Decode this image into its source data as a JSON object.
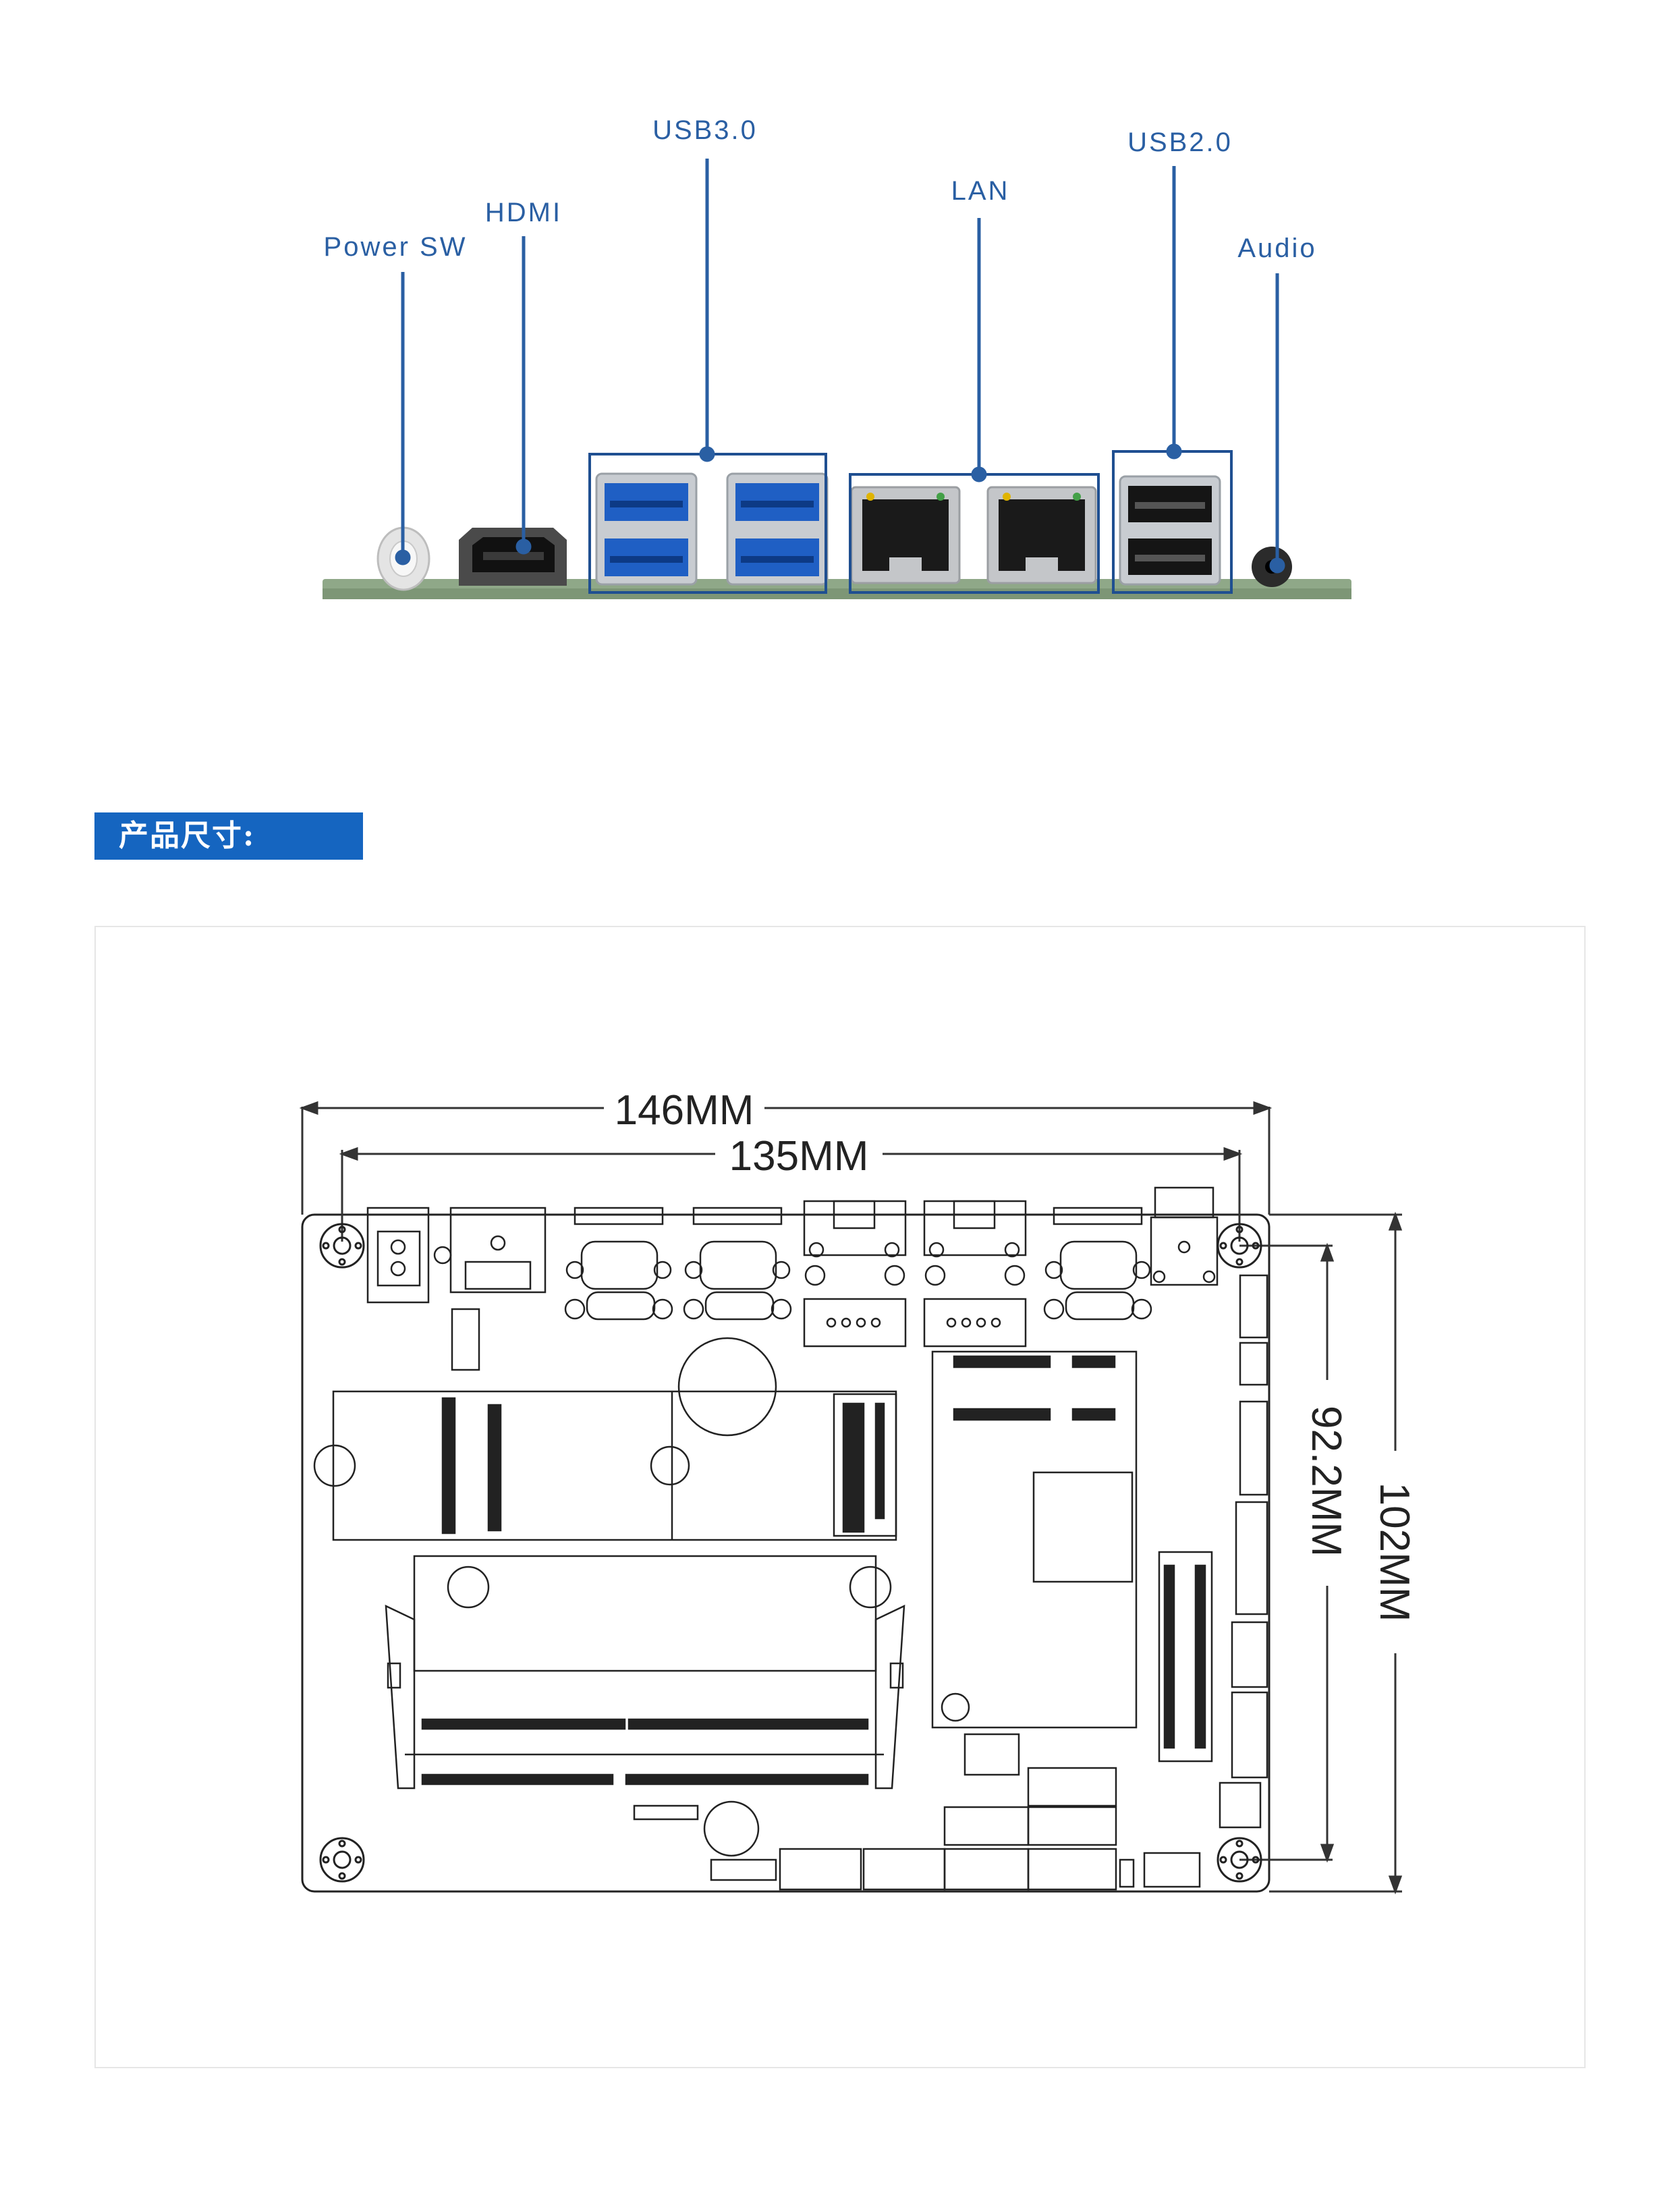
{
  "io_panel": {
    "labels": {
      "power_sw": "Power SW",
      "hdmi": "HDMI",
      "usb30": "USB3.0",
      "lan": "LAN",
      "usb20": "USB2.0",
      "audio": "Audio"
    },
    "colors": {
      "callout": "#2a5fa3",
      "pcb": "#8fa888",
      "usb3_blue": "#1f5fc4"
    }
  },
  "section": {
    "title": "产品尺寸:"
  },
  "dimensions": {
    "width_overall": "146MM",
    "width_holes": "135MM",
    "height_holes": "92.2MM",
    "height_overall": "102MM"
  }
}
